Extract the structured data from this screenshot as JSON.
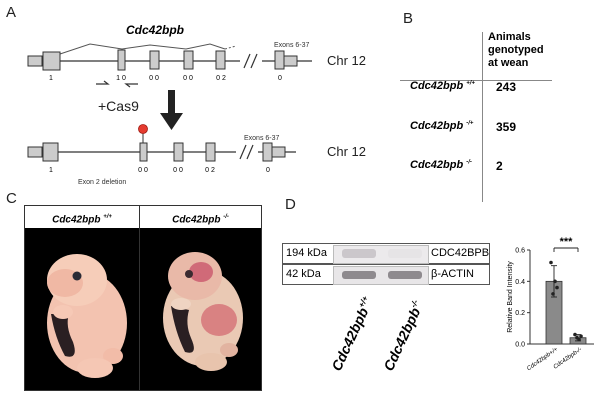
{
  "panel_A": {
    "label": "A",
    "gene": "Cdc42bpb",
    "chr": "Chr 12",
    "exons_label": "Exons 6-37",
    "phases_top": [
      "1",
      "1 0",
      "0 0",
      "0 0",
      "0 2",
      "0"
    ],
    "cas9": "+Cas9",
    "phases_bottom": [
      "1",
      "0 0",
      "0 0",
      "0 2",
      "0"
    ],
    "deletion": "Exon 2 deletion"
  },
  "panel_B": {
    "label": "B",
    "header": [
      "Animals",
      "genotyped",
      "at wean"
    ],
    "rows": [
      {
        "genotype": "Cdc42bpb",
        "sup": "+/+",
        "count": "243"
      },
      {
        "genotype": "Cdc42bpb",
        "sup": "-/+",
        "count": "359"
      },
      {
        "genotype": "Cdc42bpb",
        "sup": "-/-",
        "count": "2"
      }
    ]
  },
  "panel_C": {
    "label": "C",
    "left_header": {
      "name": "Cdc42bpb",
      "sup": "+/+"
    },
    "right_header": {
      "name": "Cdc42bpb",
      "sup": "-/-"
    }
  },
  "panel_D": {
    "label": "D",
    "blot_rows": [
      {
        "mw": "194 kDa",
        "protein": "CDC42BPB"
      },
      {
        "mw": "42 kDa",
        "protein": "β-ACTIN"
      }
    ],
    "lane_labels": [
      {
        "name": "Cdc42bpb",
        "sup": "+/+"
      },
      {
        "name": "Cdc42bpb",
        "sup": "-/-"
      }
    ],
    "significance": "***"
  },
  "chart_data": {
    "type": "bar",
    "categories": [
      "Cdc42bpb+/+",
      "Cdc42bpb-/-"
    ],
    "values": [
      0.4,
      0.04
    ],
    "errors": [
      0.1,
      0.02
    ],
    "points": [
      [
        0.52,
        0.4,
        0.32,
        0.36
      ],
      [
        0.06,
        0.03,
        0.04,
        0.05
      ]
    ],
    "ylabel": "Relative Band Intensity",
    "ylim": [
      0,
      0.6
    ],
    "yticks": [
      "0.0",
      "0.2",
      "0.4",
      "0.6"
    ],
    "colors": [
      "#8a8a8a",
      "#8a8a8a"
    ]
  }
}
